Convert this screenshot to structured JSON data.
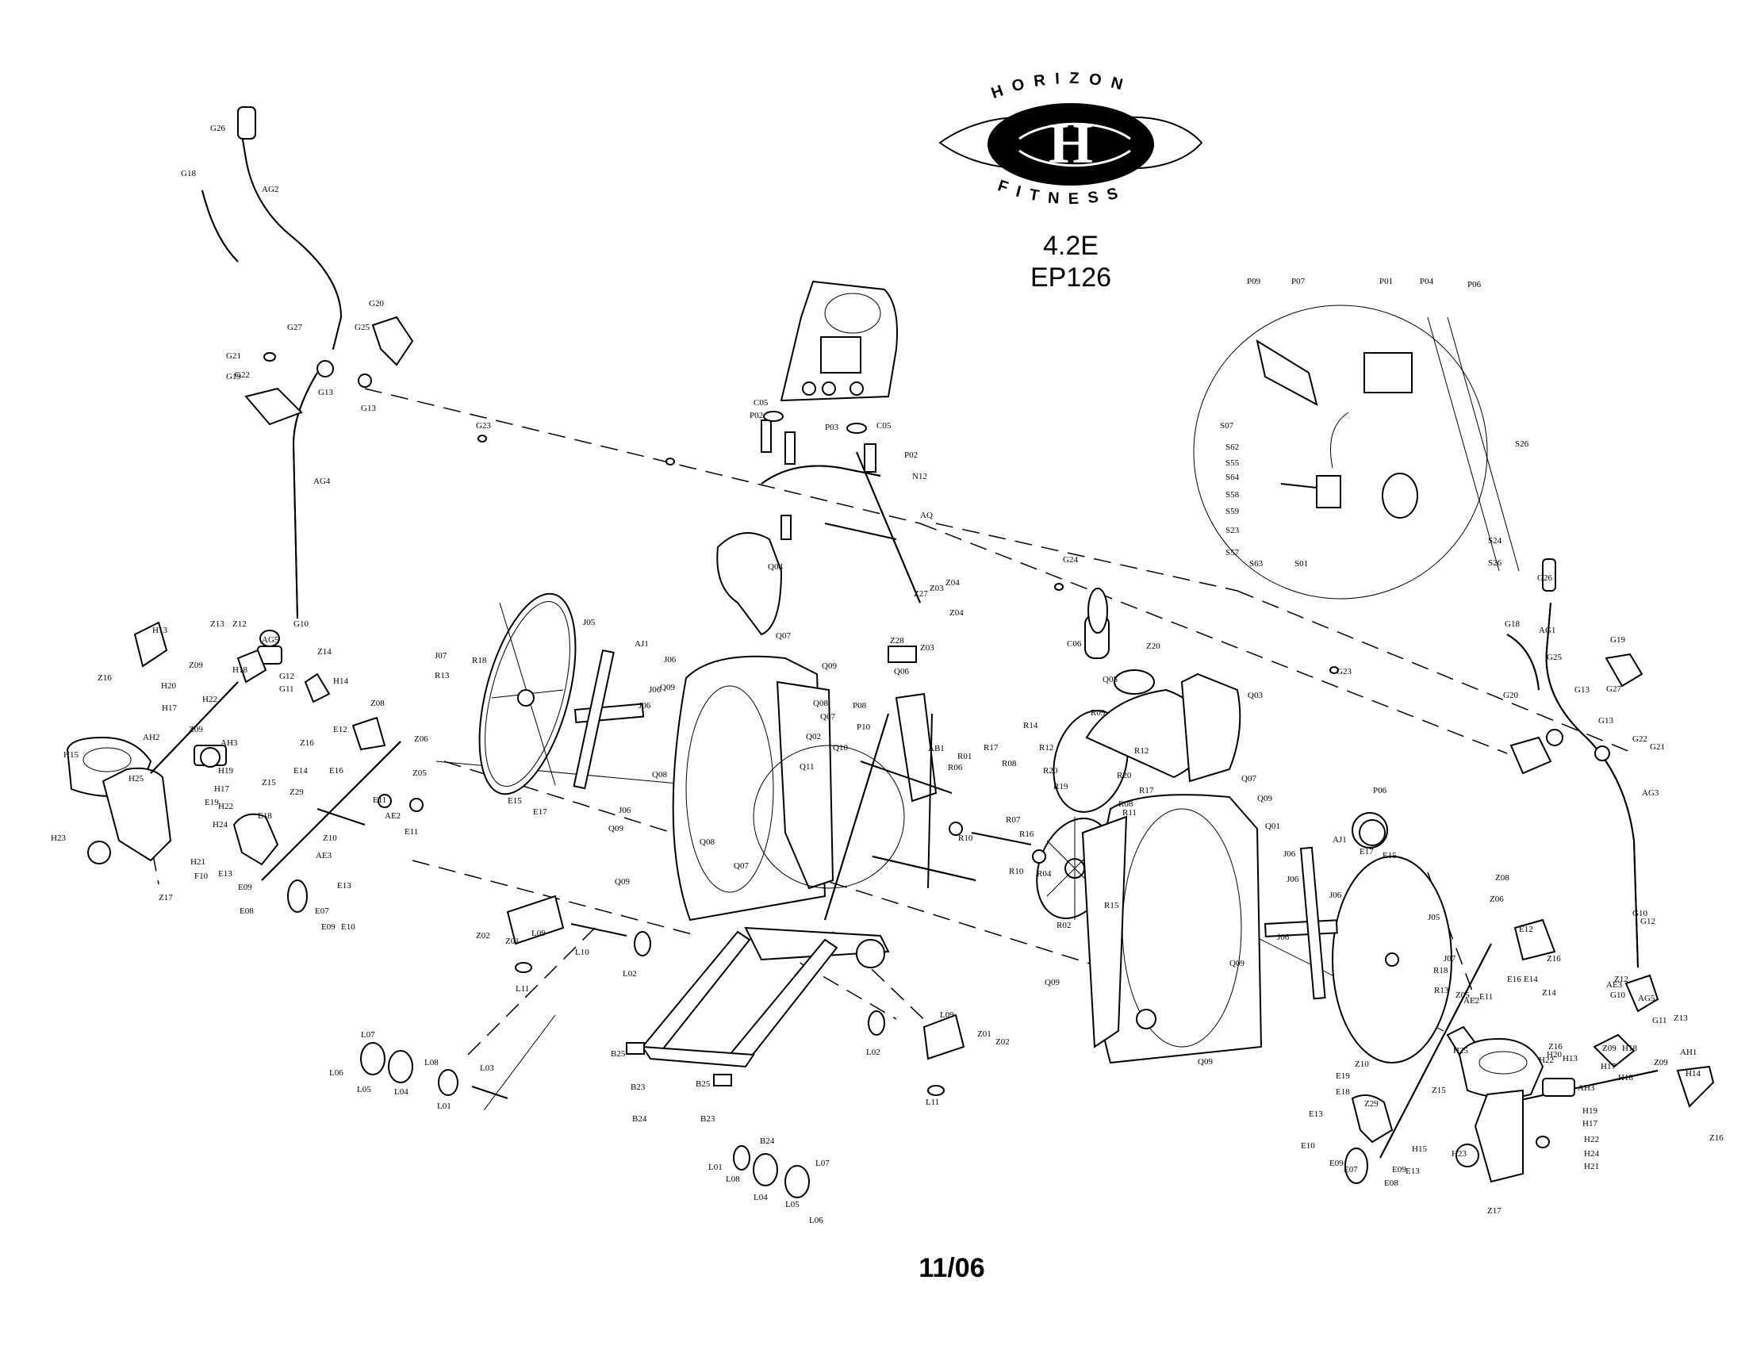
{
  "brand": {
    "top": "HORIZON",
    "bottom": "FITNESS",
    "mark": "H"
  },
  "model": {
    "line1": "4.2E",
    "line2": "EP126"
  },
  "footer": {
    "date": "11/06"
  },
  "part_labels": [
    "G26",
    "G18",
    "AG2",
    "G20",
    "G27",
    "G25",
    "G21",
    "G22",
    "G13",
    "G19",
    "G13",
    "G23",
    "AG4",
    "G10",
    "AG5",
    "Z13",
    "Z12",
    "Z14",
    "H13",
    "Z16",
    "Z09",
    "H18",
    "G12",
    "G11",
    "H20",
    "H22",
    "H14",
    "H17",
    "AH2",
    "Z08",
    "Z06",
    "H15",
    "H25",
    "AH3",
    "Z09",
    "Z16",
    "Z05",
    "E14",
    "E16",
    "E12",
    "H19",
    "E19",
    "Z15",
    "Z29",
    "E18",
    "E11",
    "AE2",
    "E11",
    "H17",
    "H22",
    "H24",
    "Z10",
    "AE3",
    "H23",
    "H21",
    "F10",
    "E13",
    "E09",
    "E08",
    "E07",
    "E09",
    "E13",
    "E10",
    "Z17",
    "J07",
    "R18",
    "R13",
    "J05",
    "E15",
    "E17",
    "AJ1",
    "J06",
    "J06",
    "Q09",
    "J06",
    "Q08",
    "J06",
    "Q04",
    "Q07",
    "Q09",
    "Q08",
    "Q07",
    "Q02",
    "Q10",
    "Q11",
    "Q09",
    "Q08",
    "Q07",
    "Q09",
    "C05",
    "P02",
    "P03",
    "C05",
    "P02",
    "N12",
    "AQ",
    "Z04",
    "Z03",
    "Z27",
    "Z04",
    "Z28",
    "Z03",
    "Q06",
    "P08",
    "P10",
    "AB1",
    "R06",
    "R01",
    "R07",
    "R16",
    "R10",
    "R10",
    "R04",
    "R02",
    "R15",
    "Z02",
    "Z01",
    "L09",
    "L10",
    "L11",
    "L02",
    "L07",
    "L06",
    "L05",
    "L04",
    "L08",
    "L03",
    "L01",
    "B25",
    "B23",
    "B24",
    "B25",
    "B23",
    "B24",
    "L01",
    "L08",
    "L04",
    "L05",
    "L07",
    "L06",
    "L09",
    "Z01",
    "Z02",
    "L02",
    "L11",
    "G24",
    "C06",
    "Z20",
    "Q05",
    "Q03",
    "R09",
    "R14",
    "R12",
    "R17",
    "R08",
    "R20",
    "R19",
    "R12",
    "R20",
    "R11",
    "R17",
    "R08",
    "Q07",
    "Q09",
    "Q01",
    "P06",
    "AJ1",
    "E17",
    "E15",
    "J06",
    "J06",
    "J06",
    "J06",
    "Q09",
    "Q09",
    "Q09",
    "J05",
    "J07",
    "R18",
    "R13",
    "Z08",
    "Z06",
    "E12",
    "Z16",
    "E11",
    "AE2",
    "Z05",
    "E16",
    "E14",
    "Z14",
    "Z12",
    "G10",
    "AG5",
    "Z13",
    "AE3",
    "Z10",
    "E19",
    "E18",
    "Z29",
    "Z15",
    "E13",
    "E10",
    "E09",
    "E07",
    "E08",
    "E09",
    "E13",
    "H15",
    "H25",
    "Z16",
    "H13",
    "Z09",
    "H18",
    "H20",
    "H22",
    "H17",
    "AH3",
    "Z09",
    "AH1",
    "H14",
    "Z16",
    "H18",
    "H19",
    "H17",
    "H22",
    "H24",
    "H21",
    "H23",
    "Z17",
    "G26",
    "G18",
    "AG1",
    "G19",
    "G25",
    "G13",
    "G27",
    "G20",
    "G13",
    "G22",
    "G21",
    "AG3",
    "G10",
    "G12",
    "G11",
    "G23",
    "P09",
    "P07",
    "P01",
    "P04",
    "P06",
    "S07",
    "S62",
    "S55",
    "S64",
    "S58",
    "S59",
    "S23",
    "S57",
    "S63",
    "S01",
    "S26",
    "S24",
    "S26"
  ]
}
